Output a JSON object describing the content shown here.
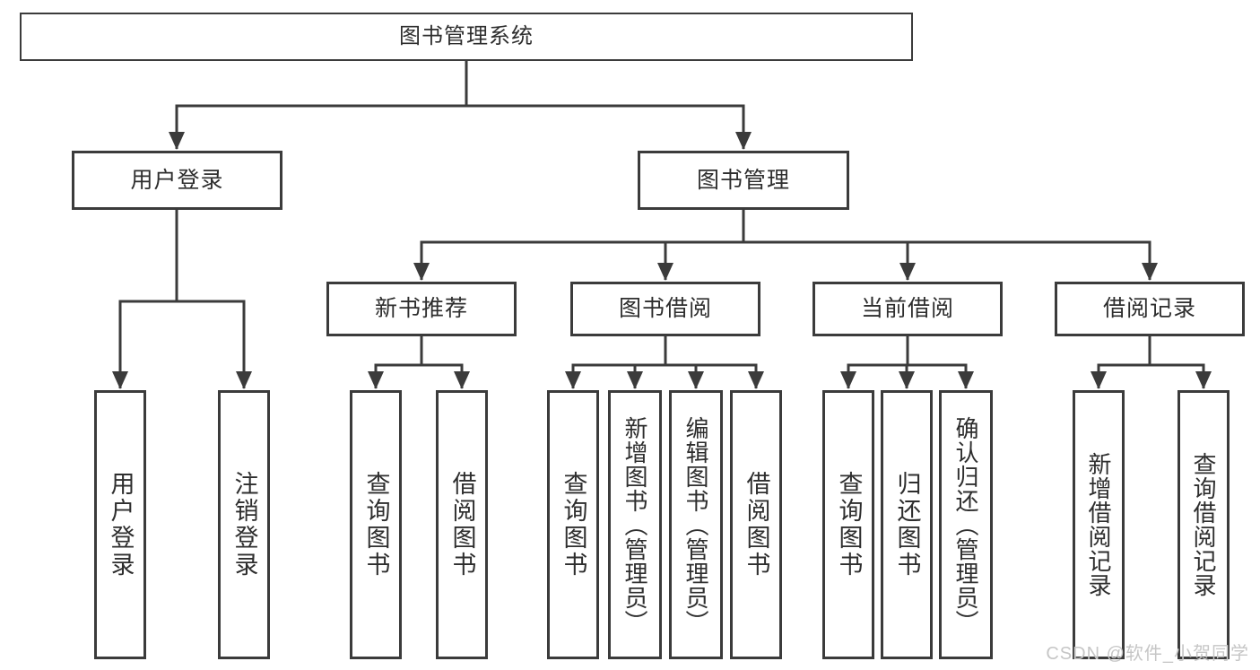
{
  "tree": {
    "label": "图书管理系统",
    "children": [
      {
        "label": "用户登录",
        "children": [
          {
            "label": "用户登录"
          },
          {
            "label": "注销登录"
          }
        ]
      },
      {
        "label": "图书管理",
        "children": [
          {
            "label": "新书推荐",
            "children": [
              {
                "label": "查询图书"
              },
              {
                "label": "借阅图书"
              }
            ]
          },
          {
            "label": "图书借阅",
            "children": [
              {
                "label": "查询图书"
              },
              {
                "label": "新增图书（管理员）"
              },
              {
                "label": "编辑图书（管理员）"
              },
              {
                "label": "借阅图书"
              }
            ]
          },
          {
            "label": "当前借阅",
            "children": [
              {
                "label": "查询图书"
              },
              {
                "label": "归还图书"
              },
              {
                "label": "确认归还（管理员）"
              }
            ]
          },
          {
            "label": "借阅记录",
            "children": [
              {
                "label": "新增借阅记录"
              },
              {
                "label": "查询借阅记录"
              }
            ]
          }
        ]
      }
    ]
  },
  "watermark": {
    "text": "CSDN @软件_小贺同学"
  },
  "colors": {
    "line": "#3b3b3b",
    "text": "#2e2e2e",
    "background": "#ffffff",
    "watermark": "#c6c6c6"
  }
}
